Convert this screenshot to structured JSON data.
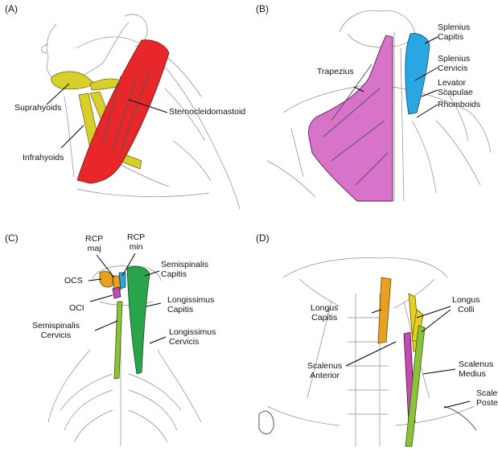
{
  "panels": [
    {
      "id": "A",
      "label": "(A)",
      "structures": [
        {
          "name": "Suprahyoids",
          "color": "#d7cf2a"
        },
        {
          "name": "Infrahyoids",
          "color": "#d7cf2a"
        },
        {
          "name": "Sternocleidomastoid",
          "color": "#e8272a"
        }
      ]
    },
    {
      "id": "B",
      "label": "(B)",
      "structures": [
        {
          "name": "Trapezius",
          "color": "#d774c9"
        },
        {
          "name": "Splenius Capitis",
          "color": "#2aa6e0",
          "lines": [
            "Splenius",
            "Capitis"
          ]
        },
        {
          "name": "Splenius Cervicis",
          "lines": [
            "Splenius",
            "Cervicis"
          ]
        },
        {
          "name": "Levator Scapulae",
          "lines": [
            "Levator",
            "Scapulae"
          ]
        },
        {
          "name": "Rhomboids"
        }
      ]
    },
    {
      "id": "C",
      "label": "(C)",
      "structures": [
        {
          "name": "RCP maj",
          "color": "#e8a020",
          "lines": [
            "RCP",
            "maj"
          ]
        },
        {
          "name": "RCP min",
          "color": "#2aa6e0",
          "lines": [
            "RCP",
            "min"
          ]
        },
        {
          "name": "Semispinalis Capitis",
          "color": "#2aa44a",
          "lines": [
            "Semispinalis",
            "Capitis"
          ]
        },
        {
          "name": "OCS",
          "color": "#e8a020"
        },
        {
          "name": "Longissimus Capitis",
          "lines": [
            "Longissimus",
            "Capitis"
          ]
        },
        {
          "name": "OCI",
          "color": "#c44ab0"
        },
        {
          "name": "Semispinalis Cervicis",
          "color": "#8ac23a",
          "lines": [
            "Semispinalis",
            "Cervicis"
          ]
        },
        {
          "name": "Longissimus Cervicis",
          "lines": [
            "Longissimus",
            "Cervicis"
          ]
        }
      ]
    },
    {
      "id": "D",
      "label": "(D)",
      "structures": [
        {
          "name": "Longus Capitis",
          "color": "#e8a020",
          "lines": [
            "Longus",
            "Capitis"
          ]
        },
        {
          "name": "Longus Colli",
          "color": "#e8d020",
          "lines": [
            "Longus",
            "Colli"
          ]
        },
        {
          "name": "Scalenus Anterior",
          "color": "#c44ab0",
          "lines": [
            "Scalenus",
            "Anterior"
          ]
        },
        {
          "name": "Scalenus Medius",
          "color": "#8ac23a",
          "lines": [
            "Scalenus",
            "Medius"
          ]
        },
        {
          "name": "Scalenus Posterior",
          "lines": [
            "Scale",
            "Poste"
          ]
        }
      ]
    }
  ],
  "colors": {
    "line_art": "#8a8a8a",
    "background": "#ffffff"
  }
}
